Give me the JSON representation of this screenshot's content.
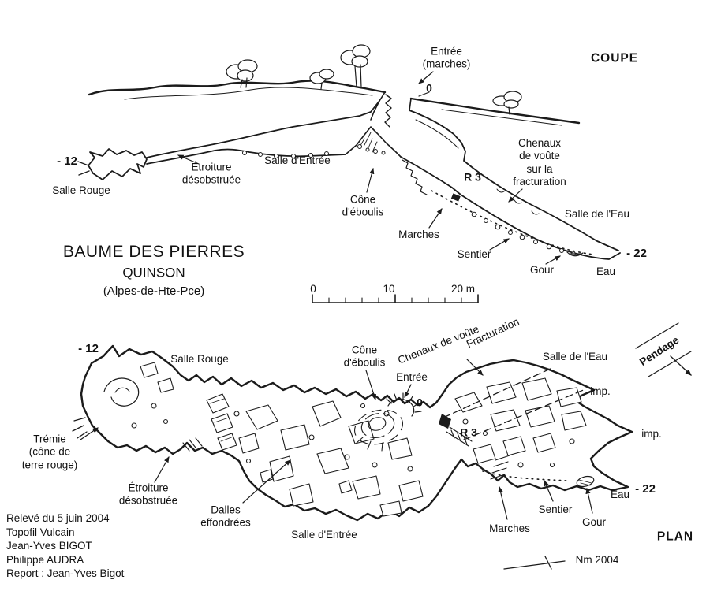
{
  "title": {
    "line1": "BAUME DES PIERRES",
    "line2": "QUINSON",
    "line3": "(Alpes-de-Hte-Pce)"
  },
  "coupe": {
    "header": "COUPE",
    "entree": "Entrée\n(marches)",
    "zero": "0",
    "minus12": "- 12",
    "salle_rouge": "Salle Rouge",
    "etroiture": "Étroiture\ndésobstruée",
    "salle_entree": "Salle d'Entrée",
    "cone": "Cône\nd'éboulis",
    "r3": "R 3",
    "chenaux": "Chenaux\nde voûte\nsur la\nfracturation",
    "salle_eau": "Salle de l'Eau",
    "marches": "Marches",
    "sentier": "Sentier",
    "gour": "Gour",
    "eau": "Eau",
    "minus22": "- 22"
  },
  "scale": {
    "zero": "0",
    "ten": "10",
    "twenty": "20 m"
  },
  "plan": {
    "header": "PLAN",
    "minus12": "- 12",
    "salle_rouge": "Salle Rouge",
    "cone": "Cône\nd'éboulis",
    "chenaux": "Chenaux de voûte",
    "fracturation": "Fracturation",
    "entree": "Entrée",
    "zero": "0",
    "salle_eau": "Salle de l'Eau",
    "pendage": "Pendage",
    "imp1": "imp.",
    "imp2": "imp.",
    "r3": "R 3",
    "tremie": "Trémie\n(cône de\nterre rouge)",
    "etroiture": "Étroiture\ndésobstruée",
    "dalles": "Dalles\neffondrées",
    "salle_entree": "Salle d'Entrée",
    "marches": "Marches",
    "sentier": "Sentier",
    "gour": "Gour",
    "eau": "Eau",
    "minus22": "- 22",
    "north": "Nm 2004"
  },
  "credits": {
    "line1": "Relevé du 5 juin 2004",
    "line2": "Topofil Vulcain",
    "line3": "Jean-Yves BIGOT",
    "line4": "Philippe AUDRA",
    "line5": "Report : Jean-Yves Bigot"
  }
}
